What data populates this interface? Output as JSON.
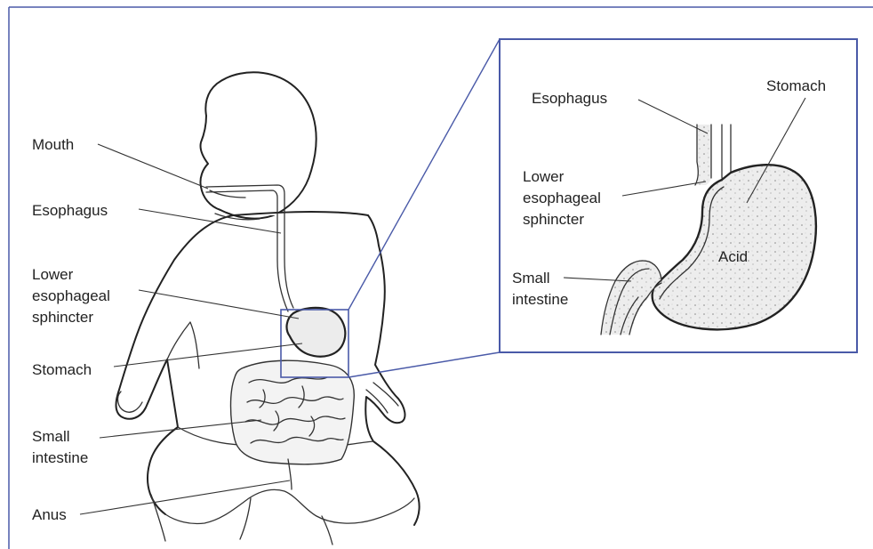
{
  "colors": {
    "frame": "#4a5aa8",
    "ink": "#222222",
    "organ_fill": "#ececec"
  },
  "left_labels": {
    "mouth": "Mouth",
    "esophagus": "Esophagus",
    "les_line1": "Lower",
    "les_line2": "esophageal",
    "les_line3": "sphincter",
    "stomach": "Stomach",
    "small_intestine_line1": "Small",
    "small_intestine_line2": "intestine",
    "anus": "Anus"
  },
  "inset_labels": {
    "esophagus": "Esophagus",
    "stomach": "Stomach",
    "les_line1": "Lower",
    "les_line2": "esophageal",
    "les_line3": "sphincter",
    "small_intestine_line1": "Small",
    "small_intestine_line2": "intestine",
    "acid": "Acid"
  }
}
